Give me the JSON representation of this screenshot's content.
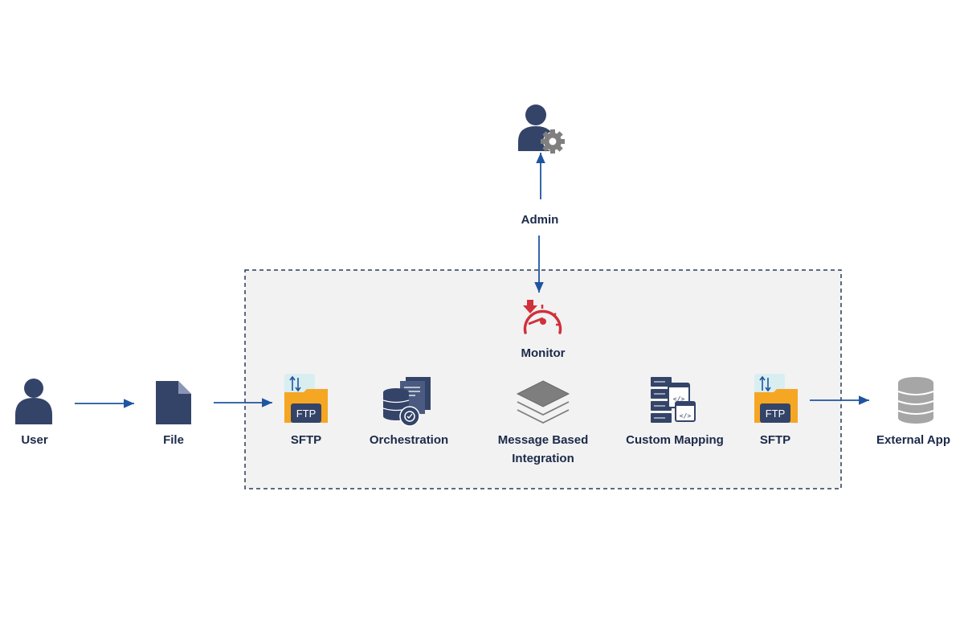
{
  "nodes": {
    "user": {
      "label": "User",
      "icon": "user-icon"
    },
    "file": {
      "label": "File",
      "icon": "file-icon"
    },
    "sftp_in": {
      "label": "SFTP",
      "icon": "ftp-folder-icon",
      "icon_text": "FTP"
    },
    "orchestration": {
      "label": "Orchestration",
      "icon": "database-gear-icon"
    },
    "message_based": {
      "label": "Message Based Integration",
      "icon": "layers-icon"
    },
    "custom_mapping": {
      "label": "Custom Mapping",
      "icon": "code-mapping-icon"
    },
    "sftp_out": {
      "label": "SFTP",
      "icon": "ftp-folder-icon",
      "icon_text": "FTP"
    },
    "external_app": {
      "label": "External App",
      "icon": "database-icon"
    },
    "admin": {
      "label": "Admin",
      "icon": "admin-gear-icon"
    },
    "monitor": {
      "label": "Monitor",
      "icon": "speedometer-icon"
    }
  },
  "colors": {
    "navy": "#344469",
    "label": "#1b2a4a",
    "arrow": "#1f55a0",
    "panel_fill": "#f2f2f2",
    "panel_border": "#2b3a55",
    "folder": "#f5a623",
    "monitor_red": "#d0313b",
    "db_gray": "#a6a6a6"
  }
}
